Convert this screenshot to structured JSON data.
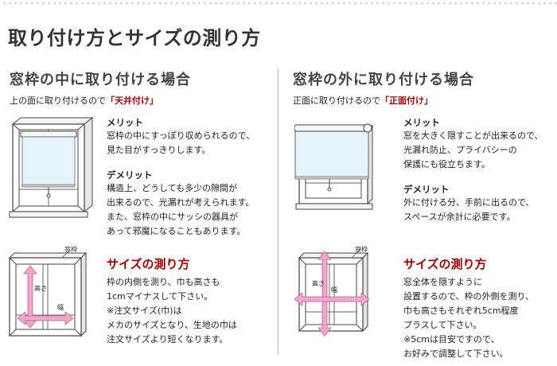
{
  "page": {
    "title": "取り付け方とサイズの測り方"
  },
  "left": {
    "heading": "窓枠の中に取り付ける場合",
    "sub_text": "上の面に取り付けるので",
    "sub_highlight": "「天井付け」",
    "merit_label": "メリット",
    "merit_text": "窓枠の中にすっぽり収められるので、\n見た目がすっきりします。",
    "demerit_label": "デメリット",
    "demerit_text": "構造上、どうしても多少の隙間が\n出来るので、光漏れが考えられます。\nまた、窓枠の中にサッシの器具が\nあって邪魔になることもあります。",
    "frame_label": "窓枠",
    "height_label": "高さ",
    "width_label": "幅",
    "measure_heading": "サイズの測り方",
    "measure_text": "枠の内側を測り、巾も高さも\n1cmマイナスして下さい。\n※注文サイズ(巾)は\nメカのサイズとなり、生地の巾は\n注文サイズより短くなります。"
  },
  "right": {
    "heading": "窓枠の外に取り付ける場合",
    "sub_text": "正面に取り付けるので",
    "sub_highlight": "「正面付け」",
    "merit_label": "メリット",
    "merit_text": "窓を大きく隠すことが出来るので、\n光漏れ防止、プライバシーの\n保護にも役立ちます。",
    "demerit_label": "デメリット",
    "demerit_text": "外に付ける分、手前に出るので、\nスペースが余計に必要です。",
    "frame_label": "窓枠",
    "height_label": "高さ",
    "width_label": "幅",
    "measure_heading": "サイズの測り方",
    "measure_text": "窓全体を隠すように\n設置するので、枠の外側を測り、\n巾も高さもそれぞれ5cm程度\nプラスして下さい。\n※5cmは目安ですので、\nお好みで調整して下さい。"
  },
  "colors": {
    "accent_red": "#aa0000",
    "arrow_pink": "#f0a8c8",
    "shade_blue": "#e4f4fa"
  }
}
